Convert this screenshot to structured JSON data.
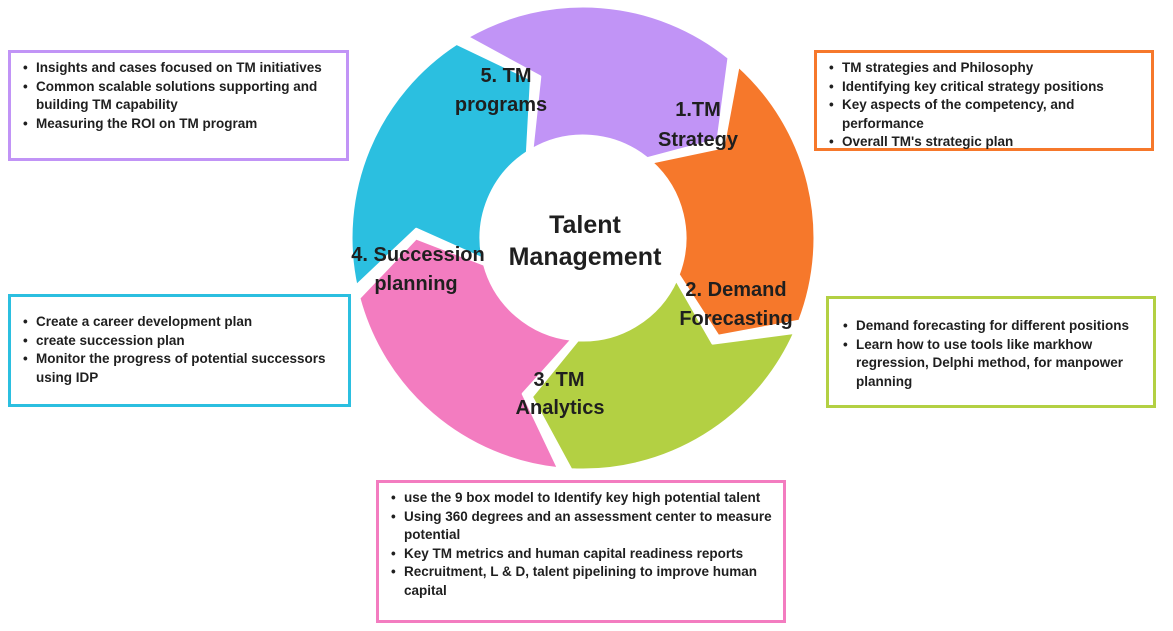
{
  "diagram": {
    "center": {
      "line1": "Talent",
      "line2": "Management"
    },
    "colors": {
      "strategy": "#f6782b",
      "demand": "#b3d043",
      "analytics": "#f37cc0",
      "succession": "#2bbfe0",
      "programs": "#c194f6"
    },
    "segments": [
      {
        "key": "strategy",
        "label1": "1.TM",
        "label2": "Strategy"
      },
      {
        "key": "demand",
        "label1": "2. Demand",
        "label2": "Forecasting"
      },
      {
        "key": "analytics",
        "label1": "3. TM",
        "label2": "Analytics"
      },
      {
        "key": "succession",
        "label1": "4. Succession",
        "label2": "planning"
      },
      {
        "key": "programs",
        "label1": "5. TM",
        "label2": "programs"
      }
    ]
  },
  "boxes": {
    "strategy": [
      "TM strategies and Philosophy",
      "Identifying key critical strategy positions",
      "Key aspects of the competency, and performance",
      "Overall TM's strategic plan"
    ],
    "demand": [
      "Demand forecasting for different positions",
      "Learn how to use tools like markhow regression, Delphi method, for manpower planning"
    ],
    "analytics": [
      "use the 9 box model to Identify  key high potential talent",
      "Using 360 degrees and an assessment center to measure potential",
      "Key TM metrics and human capital readiness reports",
      "Recruitment, L & D, talent pipelining to improve human capital"
    ],
    "succession": [
      "Create a career development plan",
      " create succession plan",
      "Monitor the progress of potential successors using IDP"
    ],
    "programs": [
      "Insights and cases focused on TM initiatives",
      "Common scalable solutions supporting and building TM  capability",
      "Measuring the ROI on TM program"
    ]
  }
}
